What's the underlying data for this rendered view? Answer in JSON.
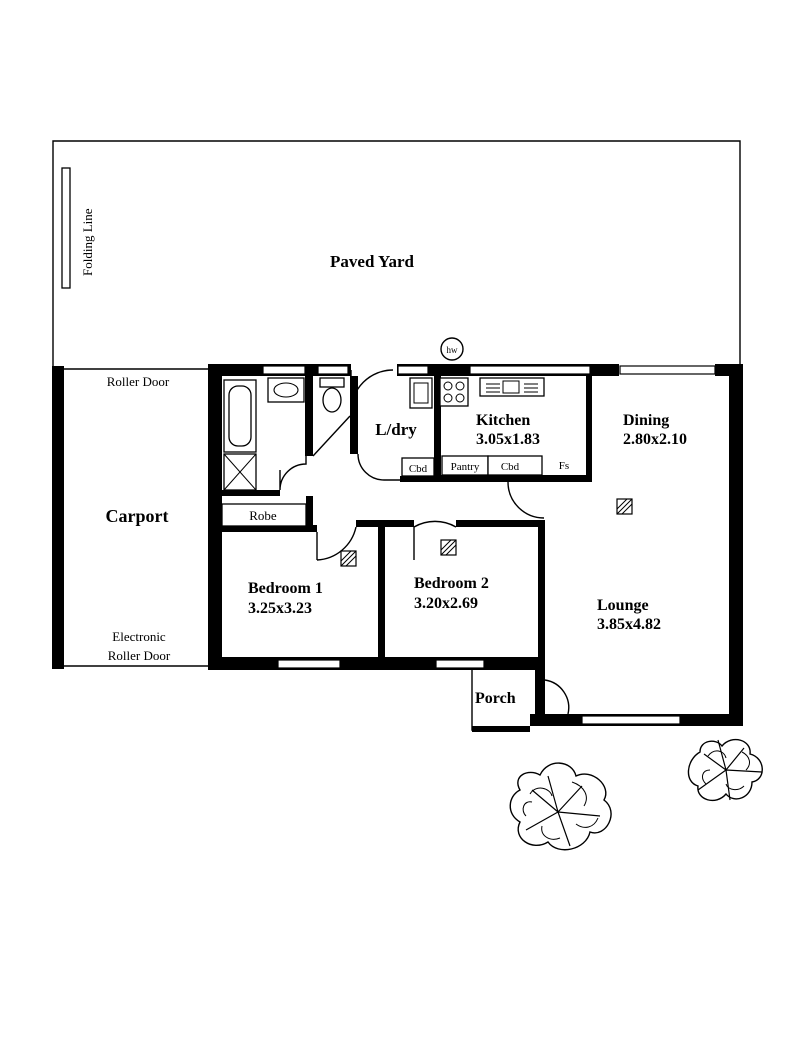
{
  "yard": {
    "label": "Paved Yard",
    "folding_line": "Folding Line",
    "hw": "hw"
  },
  "carport": {
    "label": "Carport",
    "roller_door": "Roller Door",
    "electronic_1": "Electronic",
    "electronic_2": "Roller Door"
  },
  "rooms": {
    "laundry": {
      "name": "L/dry"
    },
    "kitchen": {
      "name": "Kitchen",
      "size": "3.05x1.83"
    },
    "dining": {
      "name": "Dining",
      "size": "2.80x2.10"
    },
    "lounge": {
      "name": "Lounge",
      "size": "3.85x4.82"
    },
    "bedroom1": {
      "name": "Bedroom 1",
      "size": "3.25x3.23"
    },
    "bedroom2": {
      "name": "Bedroom 2",
      "size": "3.20x2.69"
    },
    "porch": {
      "name": "Porch"
    }
  },
  "storage": {
    "robe": "Robe",
    "cbd_laundry": "Cbd",
    "pantry": "Pantry",
    "cbd_kitchen": "Cbd",
    "fs": "Fs"
  }
}
